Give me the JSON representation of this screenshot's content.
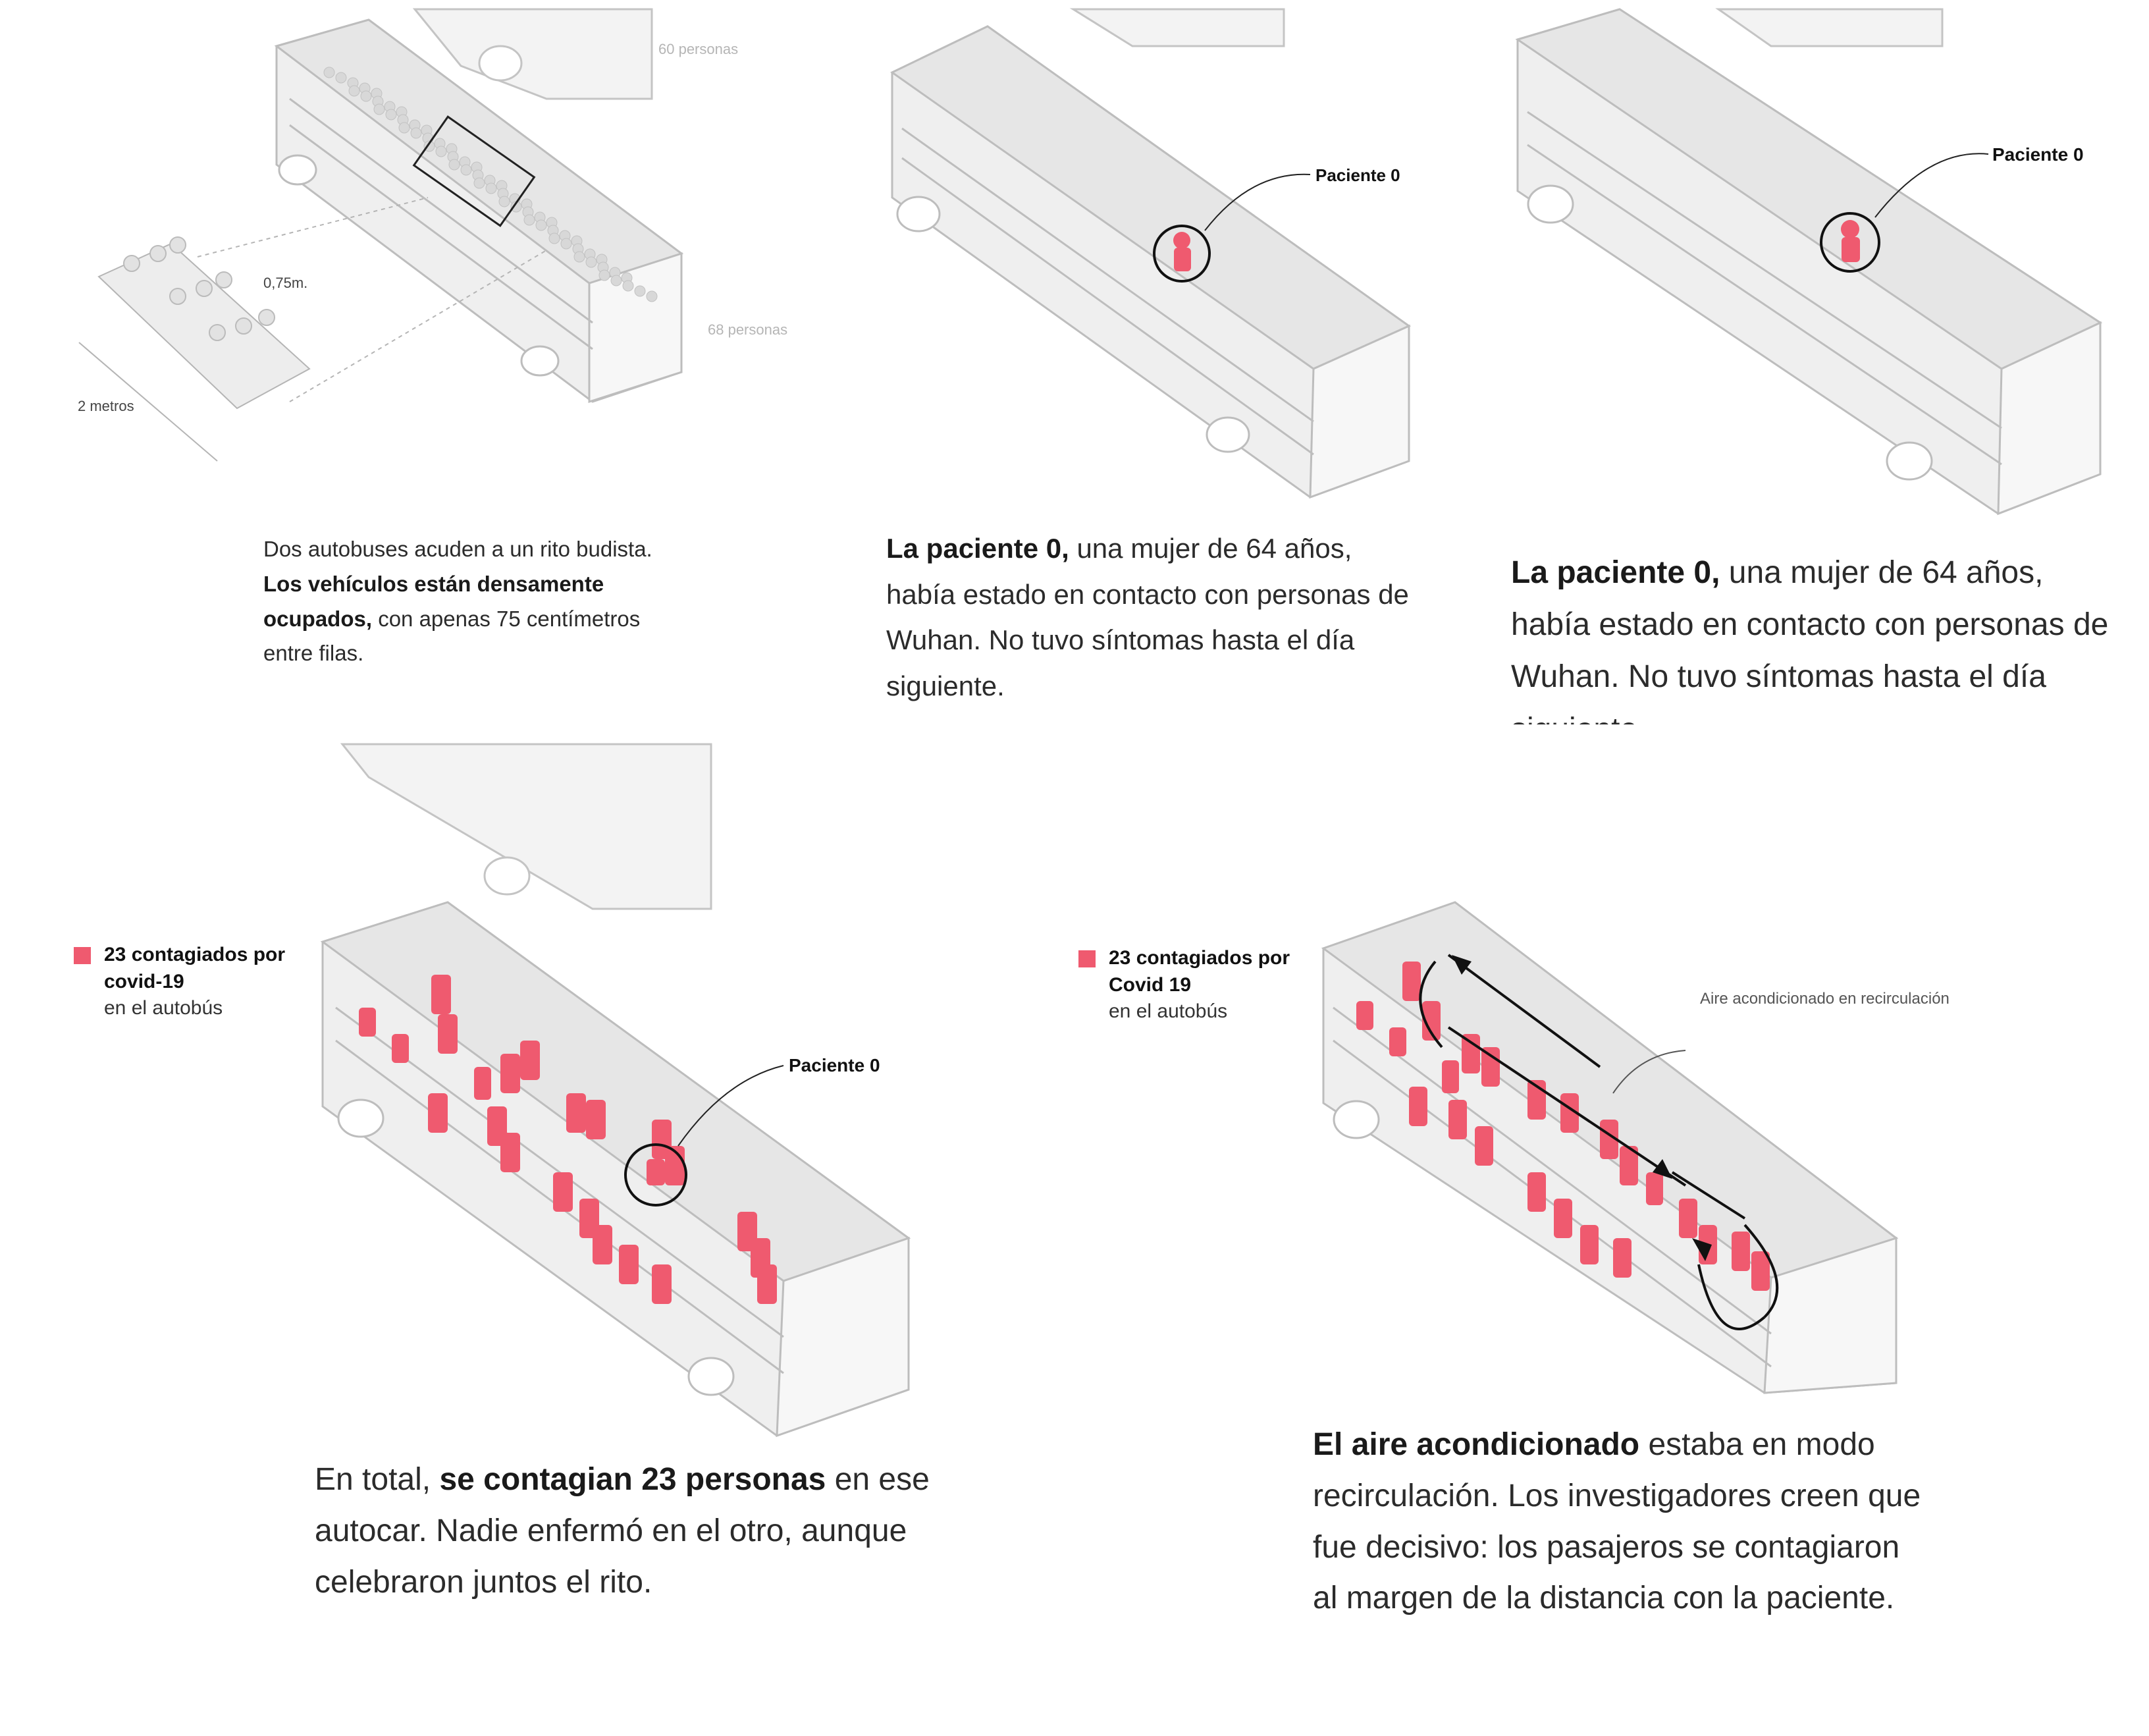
{
  "panel1": {
    "label_top_bus": "60 personas",
    "label_bottom_bus": "68 personas",
    "label_spacing": "0,75m.",
    "label_width": "2 metros",
    "caption": {
      "t1": "Dos autobuses acuden a un rito budista. ",
      "b1": "Los vehículos están densamente ocupados,",
      "t2": " con apenas 75 centímetros entre filas."
    }
  },
  "panel2": {
    "label_patient": "Paciente 0",
    "caption": {
      "b1": "La paciente 0,",
      "t1": " una mujer de 64 años, había estado en contacto con personas de Wuhan. No tuvo síntomas hasta el día siguiente."
    }
  },
  "panel3": {
    "label_patient": "Paciente 0",
    "caption": {
      "b1": "La paciente 0,",
      "t1": " una mujer de 64 años, había estado en contacto con personas de Wuhan. No tuvo síntomas hasta el día siguiente."
    }
  },
  "panel4": {
    "legend_bold": "23 contagiados por covid-19",
    "legend_sub": "en el autobús",
    "label_patient": "Paciente 0",
    "caption": {
      "t1": "En total, ",
      "b1": "se contagian 23 personas",
      "t2": " en ese autocar. Nadie enfermó en el otro, aunque celebraron juntos el rito."
    }
  },
  "panel5": {
    "legend_bold": "23 contagiados por Covid 19",
    "legend_sub": "en el autobús",
    "label_air": "Aire acondicionado en recirculación",
    "caption": {
      "b1": "El aire acondicionado",
      "t1": " estaba en modo recirculación. Los investigadores creen que fue decisivo: los pasajeros se contagiaron al margen de la distancia con la paciente."
    }
  },
  "colors": {
    "infected": "#ef5a6f",
    "bus_body": "#eeeeee",
    "bus_line": "#b9b9b9",
    "text": "#2b2b2b"
  }
}
